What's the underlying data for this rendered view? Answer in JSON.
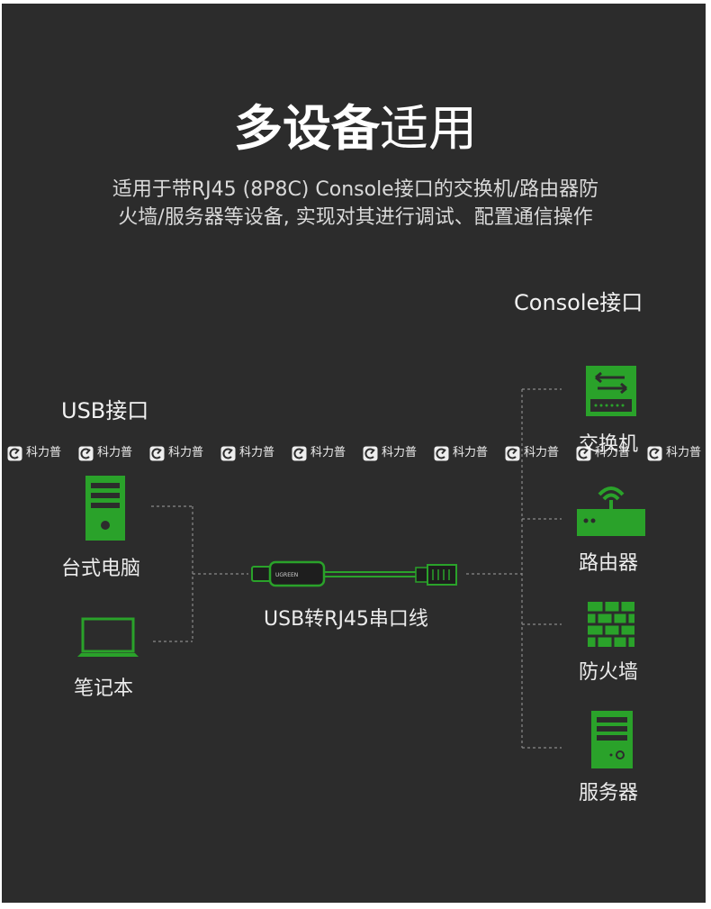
{
  "header": {
    "title_bold": "多设备",
    "title_light": "适用",
    "subtitle_line1": "适用于带RJ45 (8P8C) Console接口的交换机/路由器防",
    "subtitle_line2": "火墙/服务器等设备, 实现对其进行调试、配置通信操作"
  },
  "left": {
    "heading": "USB接口",
    "devices": [
      {
        "label": "台式电脑",
        "icon": "desktop-tower-icon"
      },
      {
        "label": "笔记本",
        "icon": "laptop-icon"
      }
    ]
  },
  "cable": {
    "label": "USB转RJ45串口线",
    "brand": "UGREEN",
    "icon": "usb-rj45-cable-icon"
  },
  "right": {
    "heading": "Console接口",
    "devices": [
      {
        "label": "交换机",
        "icon": "switch-icon"
      },
      {
        "label": "路由器",
        "icon": "router-icon"
      },
      {
        "label": "防火墙",
        "icon": "firewall-icon"
      },
      {
        "label": "服务器",
        "icon": "server-icon"
      }
    ]
  },
  "watermark": {
    "text": "科力普",
    "repeat": [
      "科力普",
      "科力普",
      "科力普",
      "科力普",
      "科力普",
      "科力普",
      "科力普",
      "科力普",
      "科力普",
      "科力普"
    ]
  },
  "colors": {
    "background": "#2c2c2c",
    "accent_green": "#2aa22a",
    "text": "#ffffff",
    "connector_line": "#8a8a8a"
  }
}
